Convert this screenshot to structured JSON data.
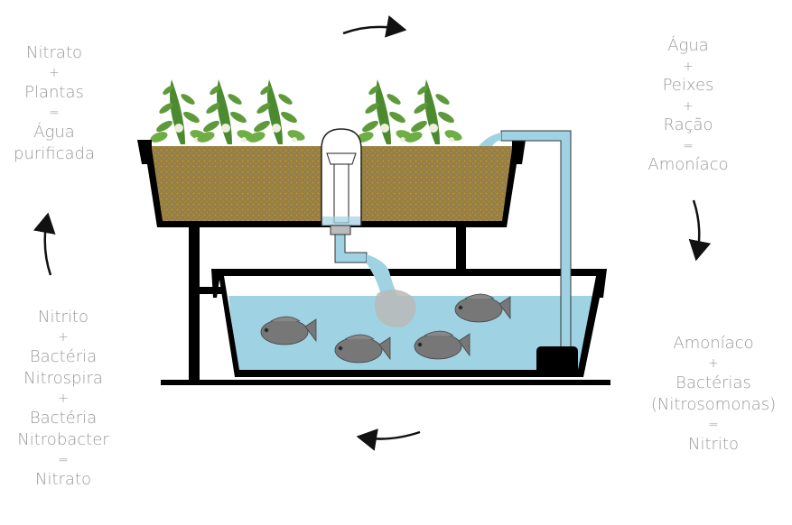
{
  "cycle_texts": {
    "top_left": [
      "Nitrato",
      "+",
      "Plantas",
      "=",
      "Água",
      "purificada"
    ],
    "top_right": [
      "Água",
      "+",
      "Peixes",
      "+",
      "Ração",
      "=",
      "Amoníaco"
    ],
    "bottom_right": [
      "Amoníaco",
      "+",
      "Bactérias",
      "(Nitrosomonas)",
      "=",
      "Nitrito"
    ],
    "bottom_left": [
      "Nitrito",
      "+",
      "Bactéria",
      "Nitrospira",
      "+",
      "Bactéria",
      "Nitrobacter",
      "=",
      "Nitrato"
    ]
  },
  "colors": {
    "text": "#9a9a9a",
    "water": "#9fd3e3",
    "gravel": "#9a7f3c",
    "outline": "#000000",
    "leaves": "#5e9a3a"
  },
  "arrows": [
    "clockwise-top",
    "clockwise-right",
    "clockwise-bottom",
    "clockwise-left"
  ]
}
